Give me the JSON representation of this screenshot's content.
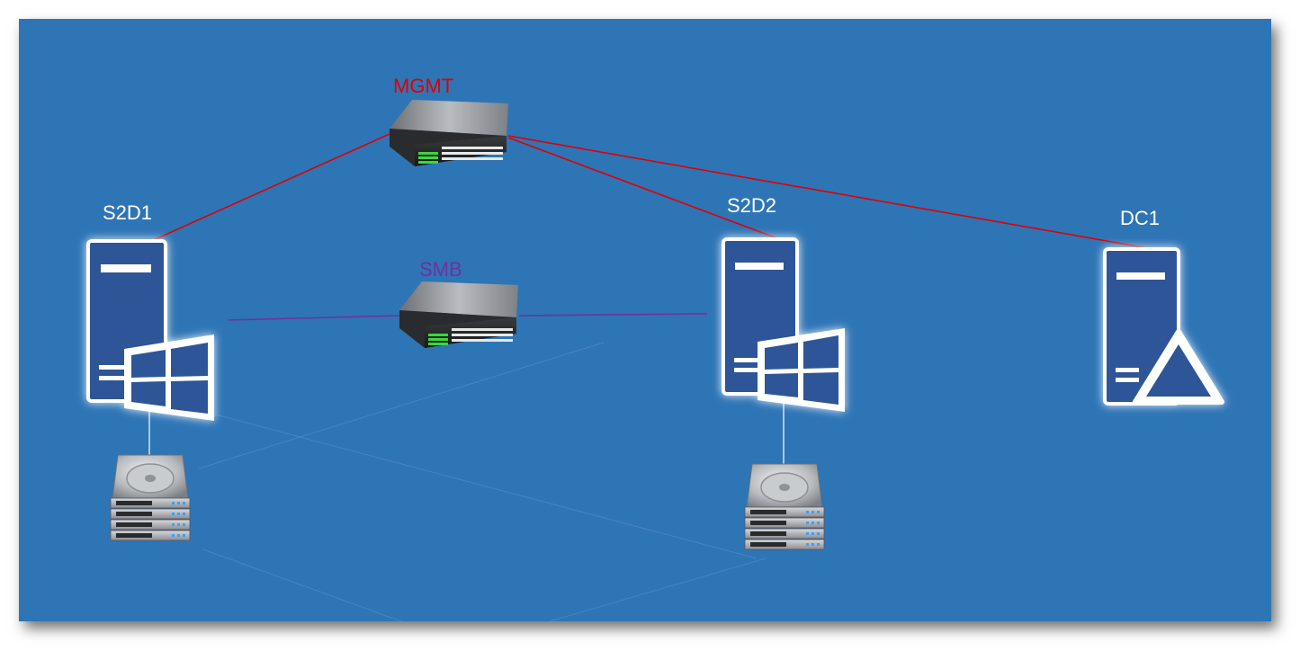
{
  "diagram": {
    "switches": [
      {
        "id": "mgmt",
        "label": "MGMT",
        "color": "#e00000"
      },
      {
        "id": "smb",
        "label": "SMB",
        "color": "#7030a0"
      }
    ],
    "servers": [
      {
        "id": "s2d1",
        "label": "S2D1",
        "os_icon": "windows-icon"
      },
      {
        "id": "s2d2",
        "label": "S2D2",
        "os_icon": "windows-icon"
      },
      {
        "id": "dc1",
        "label": "DC1",
        "os_icon": "warning-triangle-icon"
      }
    ],
    "storage": [
      {
        "id": "storage-s2d1",
        "attached_to": "s2d1"
      },
      {
        "id": "storage-s2d2",
        "attached_to": "s2d2"
      }
    ],
    "links": [
      {
        "from": "mgmt",
        "to": "s2d1",
        "network": "MGMT",
        "color": "#e00000"
      },
      {
        "from": "mgmt",
        "to": "s2d2",
        "network": "MGMT",
        "color": "#e00000"
      },
      {
        "from": "mgmt",
        "to": "dc1",
        "network": "MGMT",
        "color": "#e00000"
      },
      {
        "from": "smb",
        "to": "s2d1",
        "network": "SMB",
        "color": "#7030a0"
      },
      {
        "from": "smb",
        "to": "s2d2",
        "network": "SMB",
        "color": "#7030a0"
      }
    ],
    "colors": {
      "background": "#2e75b6",
      "server_fill": "#2f5597",
      "server_outline": "#ffffff",
      "label_text": "#ffffff"
    }
  }
}
